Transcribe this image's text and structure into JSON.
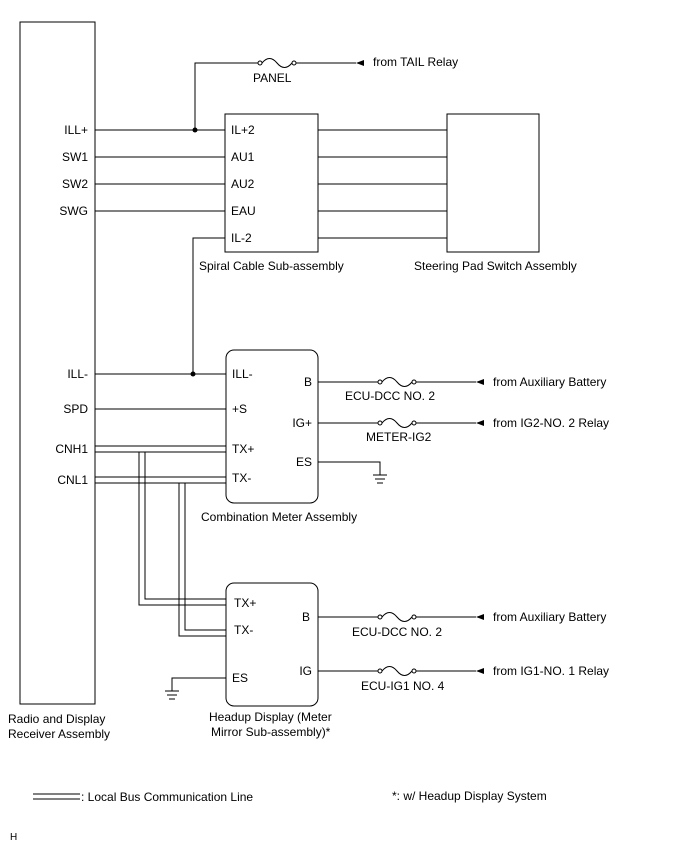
{
  "receiver": {
    "name_line1": "Radio and Display",
    "name_line2": "Receiver Assembly",
    "pins": [
      "ILL+",
      "SW1",
      "SW2",
      "SWG",
      "ILL-",
      "SPD",
      "CNH1",
      "CNL1"
    ]
  },
  "spiral_cable": {
    "name": "Spiral Cable Sub-assembly",
    "pins": [
      "IL+2",
      "AU1",
      "AU2",
      "EAU",
      "IL-2"
    ]
  },
  "steering_pad": {
    "name": "Steering Pad Switch Assembly"
  },
  "combination_meter": {
    "name": "Combination Meter Assembly",
    "left_pins": [
      "ILL-",
      "+S",
      "TX+",
      "TX-"
    ],
    "right_pins": [
      "B",
      "IG+",
      "ES"
    ]
  },
  "headup_display": {
    "name_line1": "Headup Display (Meter",
    "name_line2": "Mirror Sub-assembly)*",
    "left_pins": [
      "TX+",
      "TX-",
      "ES"
    ],
    "right_pins": [
      "B",
      "IG"
    ]
  },
  "fuses": {
    "panel": "PANEL",
    "meter_b": "ECU-DCC NO. 2",
    "meter_ig": "METER-IG2",
    "hud_b": "ECU-DCC NO. 2",
    "hud_ig": "ECU-IG1 NO. 4"
  },
  "sources": {
    "tail": "from TAIL Relay",
    "aux1": "from Auxiliary Battery",
    "ig2": "from IG2-NO. 2 Relay",
    "aux2": "from Auxiliary Battery",
    "ig1": "from IG1-NO. 1 Relay"
  },
  "legend": {
    "bus_line": ": Local Bus Communication Line",
    "footnote": "*: w/ Headup Display System"
  },
  "corner_mark": "H"
}
